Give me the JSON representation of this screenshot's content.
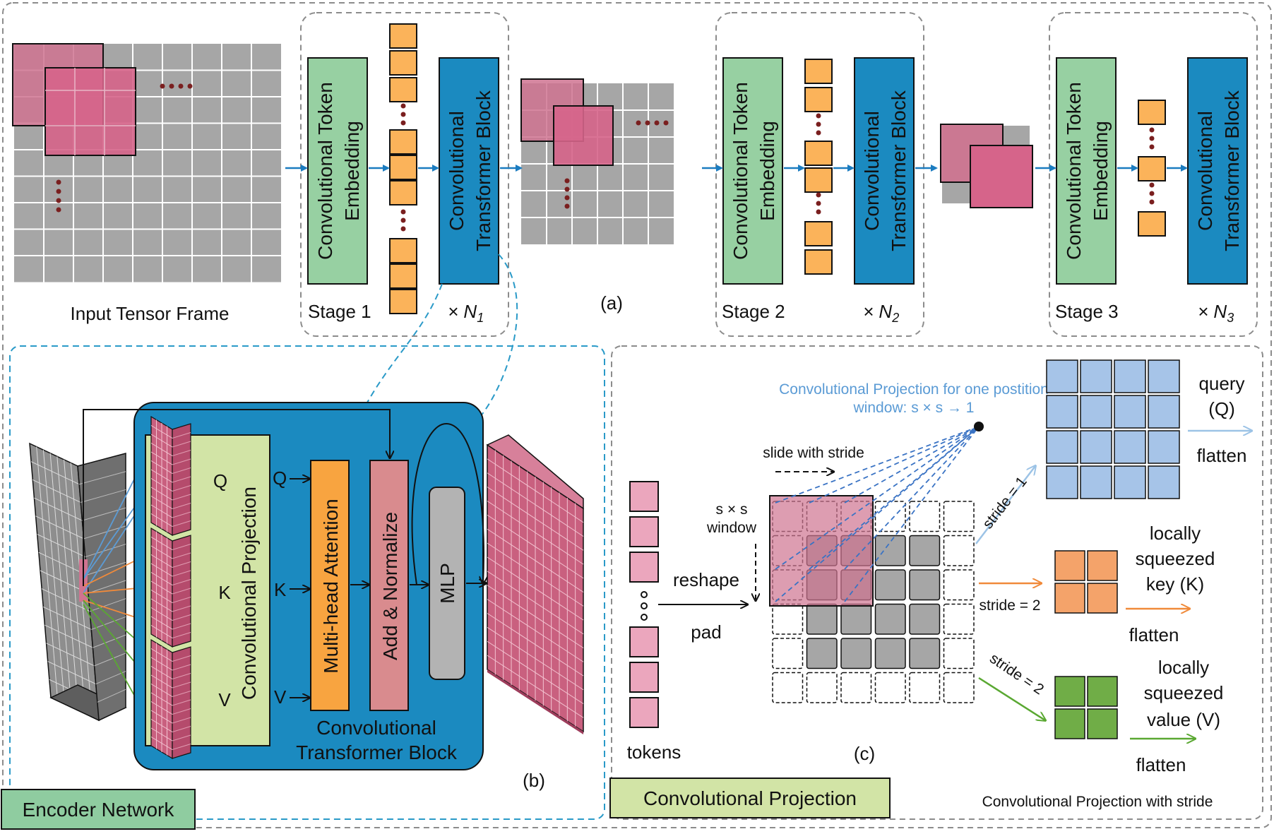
{
  "panel_a": {
    "label": "(a)",
    "input_label": "Input Tensor Frame",
    "embed_label_1": "Convolutional Token",
    "embed_label_2": "Embedding",
    "block_label_1": "Convolutional",
    "block_label_2": "Transformer Block",
    "stages": [
      {
        "name": "Stage 1",
        "repeat_prefix": "× N",
        "repeat_sub": "1"
      },
      {
        "name": "Stage 2",
        "repeat_prefix": "× N",
        "repeat_sub": "2"
      },
      {
        "name": "Stage 3",
        "repeat_prefix": "× N",
        "repeat_sub": "3"
      }
    ],
    "ellipsis": "····"
  },
  "panel_b": {
    "label": "(b)",
    "proj_label": "Convolutional Projection",
    "q": "Q",
    "k": "K",
    "v": "V",
    "mha": "Multi-head Attention",
    "addnorm": "Add & Normalize",
    "mlp": "MLP",
    "block_title_1": "Convolutional",
    "block_title_2": "Transformer Block",
    "tag": "Encoder Network"
  },
  "panel_c": {
    "label": "(c)",
    "tag": "Convolutional Projection",
    "caption": "Convolutional Projection with stride",
    "proj_title_1": "Convolutional Projection for one postition",
    "proj_title_2": "window: s × s → 1",
    "slide": "slide with stride",
    "window_1": "s × s",
    "window_2": "window",
    "reshape": "reshape",
    "pad": "pad",
    "tokens": "tokens",
    "stride_1": "stride = 1",
    "stride_2a": "stride = 2",
    "stride_2b": "stride = 2",
    "query_1": "query",
    "query_2": "(Q)",
    "key_1": "locally",
    "key_2": "squeezed",
    "key_3": "key (K)",
    "value_1": "locally",
    "value_2": "squeezed",
    "value_3": "value (V)",
    "flatten": "flatten"
  },
  "colors": {
    "green_block": "#97d0a2",
    "blue_block": "#1b8ac0",
    "token_orange": "#fbb35a",
    "pink": "#cf7390",
    "gray": "#a6a6a6",
    "query_blue": "#a6c4e8",
    "key_orange": "#f4a36a",
    "value_green": "#70ad47",
    "proj_green": "#d2e4a6",
    "mha_orange": "#f8a440",
    "addnorm_rose": "#d98b8e"
  }
}
